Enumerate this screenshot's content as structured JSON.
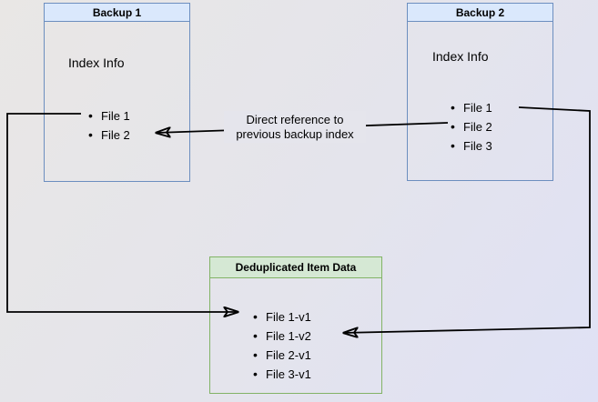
{
  "diagram": {
    "backup1": {
      "title": "Backup 1",
      "body_label": "Index Info",
      "files": [
        "File 1",
        "File 2"
      ]
    },
    "backup2": {
      "title": "Backup 2",
      "body_label": "Index Info",
      "files": [
        "File 1",
        "File 2",
        "File 3"
      ]
    },
    "dedup": {
      "title": "Deduplicated Item Data",
      "files": [
        "File 1-v1",
        "File 1-v2",
        "File 2-v1",
        "File 3-v1"
      ]
    },
    "annotation": {
      "line1": "Direct reference to",
      "line2": "previous backup index"
    }
  },
  "colors": {
    "blue-fill": "#dae8fc",
    "blue-border": "#6c8ebf",
    "green-fill": "#d5e8d4",
    "green-border": "#82b366",
    "arrow": "#000000",
    "text": "#000000",
    "bg-start": "#e9e7e5",
    "bg-end": "#dfe1f5",
    "label-bg": "#e5e5ec"
  }
}
